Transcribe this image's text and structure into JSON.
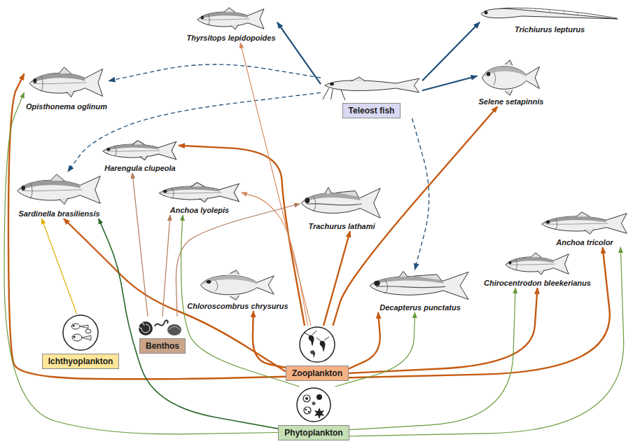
{
  "diagram": {
    "nodes": [
      {
        "text": [
          "Thyrsitops lepidopoides"
        ]
      },
      {
        "text": [
          "Trichiurus lepturus"
        ]
      },
      {
        "text": [
          "Opisthonema oglinum"
        ]
      },
      {
        "text": [
          "Teleost fish"
        ]
      },
      {
        "text": [
          "Selene setapinnis"
        ]
      },
      {
        "text": [
          "Harengula clupeola"
        ]
      },
      {
        "text": [
          "Sardinella brasiliensis"
        ]
      },
      {
        "text": [
          "Anchoa lyolepis"
        ]
      },
      {
        "text": [
          "Trachurus lathami"
        ]
      },
      {
        "text": [
          "Anchoa tricolor"
        ]
      },
      {
        "text": [
          "Chirocentrodon bleekerianus"
        ]
      },
      {
        "text": [
          "Chloroscombrus chrysurus"
        ]
      },
      {
        "text": [
          "Decapterus punctatus"
        ]
      },
      {
        "text": [
          "Benthos"
        ]
      },
      {
        "text": [
          "Ichthyoplankton"
        ]
      },
      {
        "text": [
          "Zooplankton"
        ]
      },
      {
        "text": [
          "Phytoplankton"
        ]
      }
    ],
    "edges": [
      {
        "from": 3,
        "to": 0,
        "arrow": "to"
      },
      {
        "from": 3,
        "to": 1,
        "arrow": "to"
      },
      {
        "from": 3,
        "to": 4,
        "arrow": "to"
      },
      {
        "from": 3,
        "to": 2,
        "arrow": "to"
      },
      {
        "from": 3,
        "to": 6,
        "arrow": "to"
      },
      {
        "from": 3,
        "to": 12,
        "arrow": "to"
      },
      {
        "from": 15,
        "to": 2,
        "arrow": "to"
      },
      {
        "from": 15,
        "to": 5,
        "arrow": "to"
      },
      {
        "from": 15,
        "to": 6,
        "arrow": "to"
      },
      {
        "from": 15,
        "to": 7,
        "arrow": "to"
      },
      {
        "from": 15,
        "to": 8,
        "arrow": "to"
      },
      {
        "from": 15,
        "to": 11,
        "arrow": "to"
      },
      {
        "from": 15,
        "to": 12,
        "arrow": "to"
      },
      {
        "from": 15,
        "to": 10,
        "arrow": "to"
      },
      {
        "from": 15,
        "to": 9,
        "arrow": "to"
      },
      {
        "from": 15,
        "to": 4,
        "arrow": "to"
      },
      {
        "from": 15,
        "to": 0,
        "arrow": "to"
      },
      {
        "from": 14,
        "to": 6,
        "arrow": "to"
      },
      {
        "from": 13,
        "to": 5,
        "arrow": "to"
      },
      {
        "from": 13,
        "to": 7,
        "arrow": "to"
      },
      {
        "from": 13,
        "to": 8,
        "arrow": "to"
      },
      {
        "from": 16,
        "to": 2,
        "arrow": "to"
      },
      {
        "from": 16,
        "to": 6,
        "arrow": "to"
      },
      {
        "from": 16,
        "to": 7,
        "arrow": "to"
      },
      {
        "from": 16,
        "to": 12,
        "arrow": "to"
      },
      {
        "from": 16,
        "to": 10,
        "arrow": "to"
      },
      {
        "from": 16,
        "to": 9,
        "arrow": "to"
      }
    ]
  }
}
